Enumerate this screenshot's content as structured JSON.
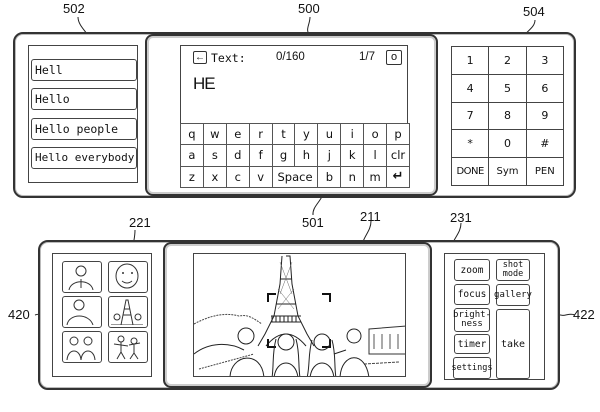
{
  "figure_top": {
    "refs": {
      "suggestion_panel": "502",
      "text_screen": "500",
      "keypad_panel": "504",
      "keyboard": "501"
    },
    "suggestions": [
      "Hell",
      "Hello",
      "Hello people",
      "Hello everybody"
    ],
    "text_header": {
      "back_icon": "arrow-left",
      "label": "Text:",
      "counter": "0/160",
      "page": "1/7",
      "mode_button": "o"
    },
    "input_value": "HE",
    "keyboard_rows": [
      [
        "q",
        "w",
        "e",
        "r",
        "t",
        "y",
        "u",
        "i",
        "o",
        "p"
      ],
      [
        "a",
        "s",
        "d",
        "f",
        "g",
        "h",
        "j",
        "k",
        "l",
        "clr"
      ],
      [
        "z",
        "x",
        "c",
        "v",
        "Space",
        "b",
        "n",
        "m",
        "enter"
      ]
    ],
    "enter_glyph": "↵",
    "keypad": [
      [
        "1",
        "2",
        "3"
      ],
      [
        "4",
        "5",
        "6"
      ],
      [
        "7",
        "8",
        "9"
      ],
      [
        "*",
        "0",
        "#"
      ],
      [
        "DONE",
        "Sym",
        "PEN"
      ]
    ]
  },
  "figure_bottom": {
    "refs": {
      "thumbnail_panel": "221",
      "viewfinder": "211",
      "control_panel": "231",
      "thumbnail_group": "420",
      "control_group": "422"
    },
    "thumbnails": [
      "portrait-man",
      "smiling-face",
      "person",
      "eiffel-tower-group",
      "two-people",
      "dancing-people"
    ],
    "viewfinder_scene": "Group photo in front of Eiffel Tower with focus brackets",
    "controls": {
      "zoom": "zoom",
      "focus": "focus",
      "brightness": "bright-\nness",
      "timer": "timer",
      "settings": "settings",
      "shot_mode": "shot\nmode",
      "gallery": "gallery",
      "take": "take"
    }
  }
}
